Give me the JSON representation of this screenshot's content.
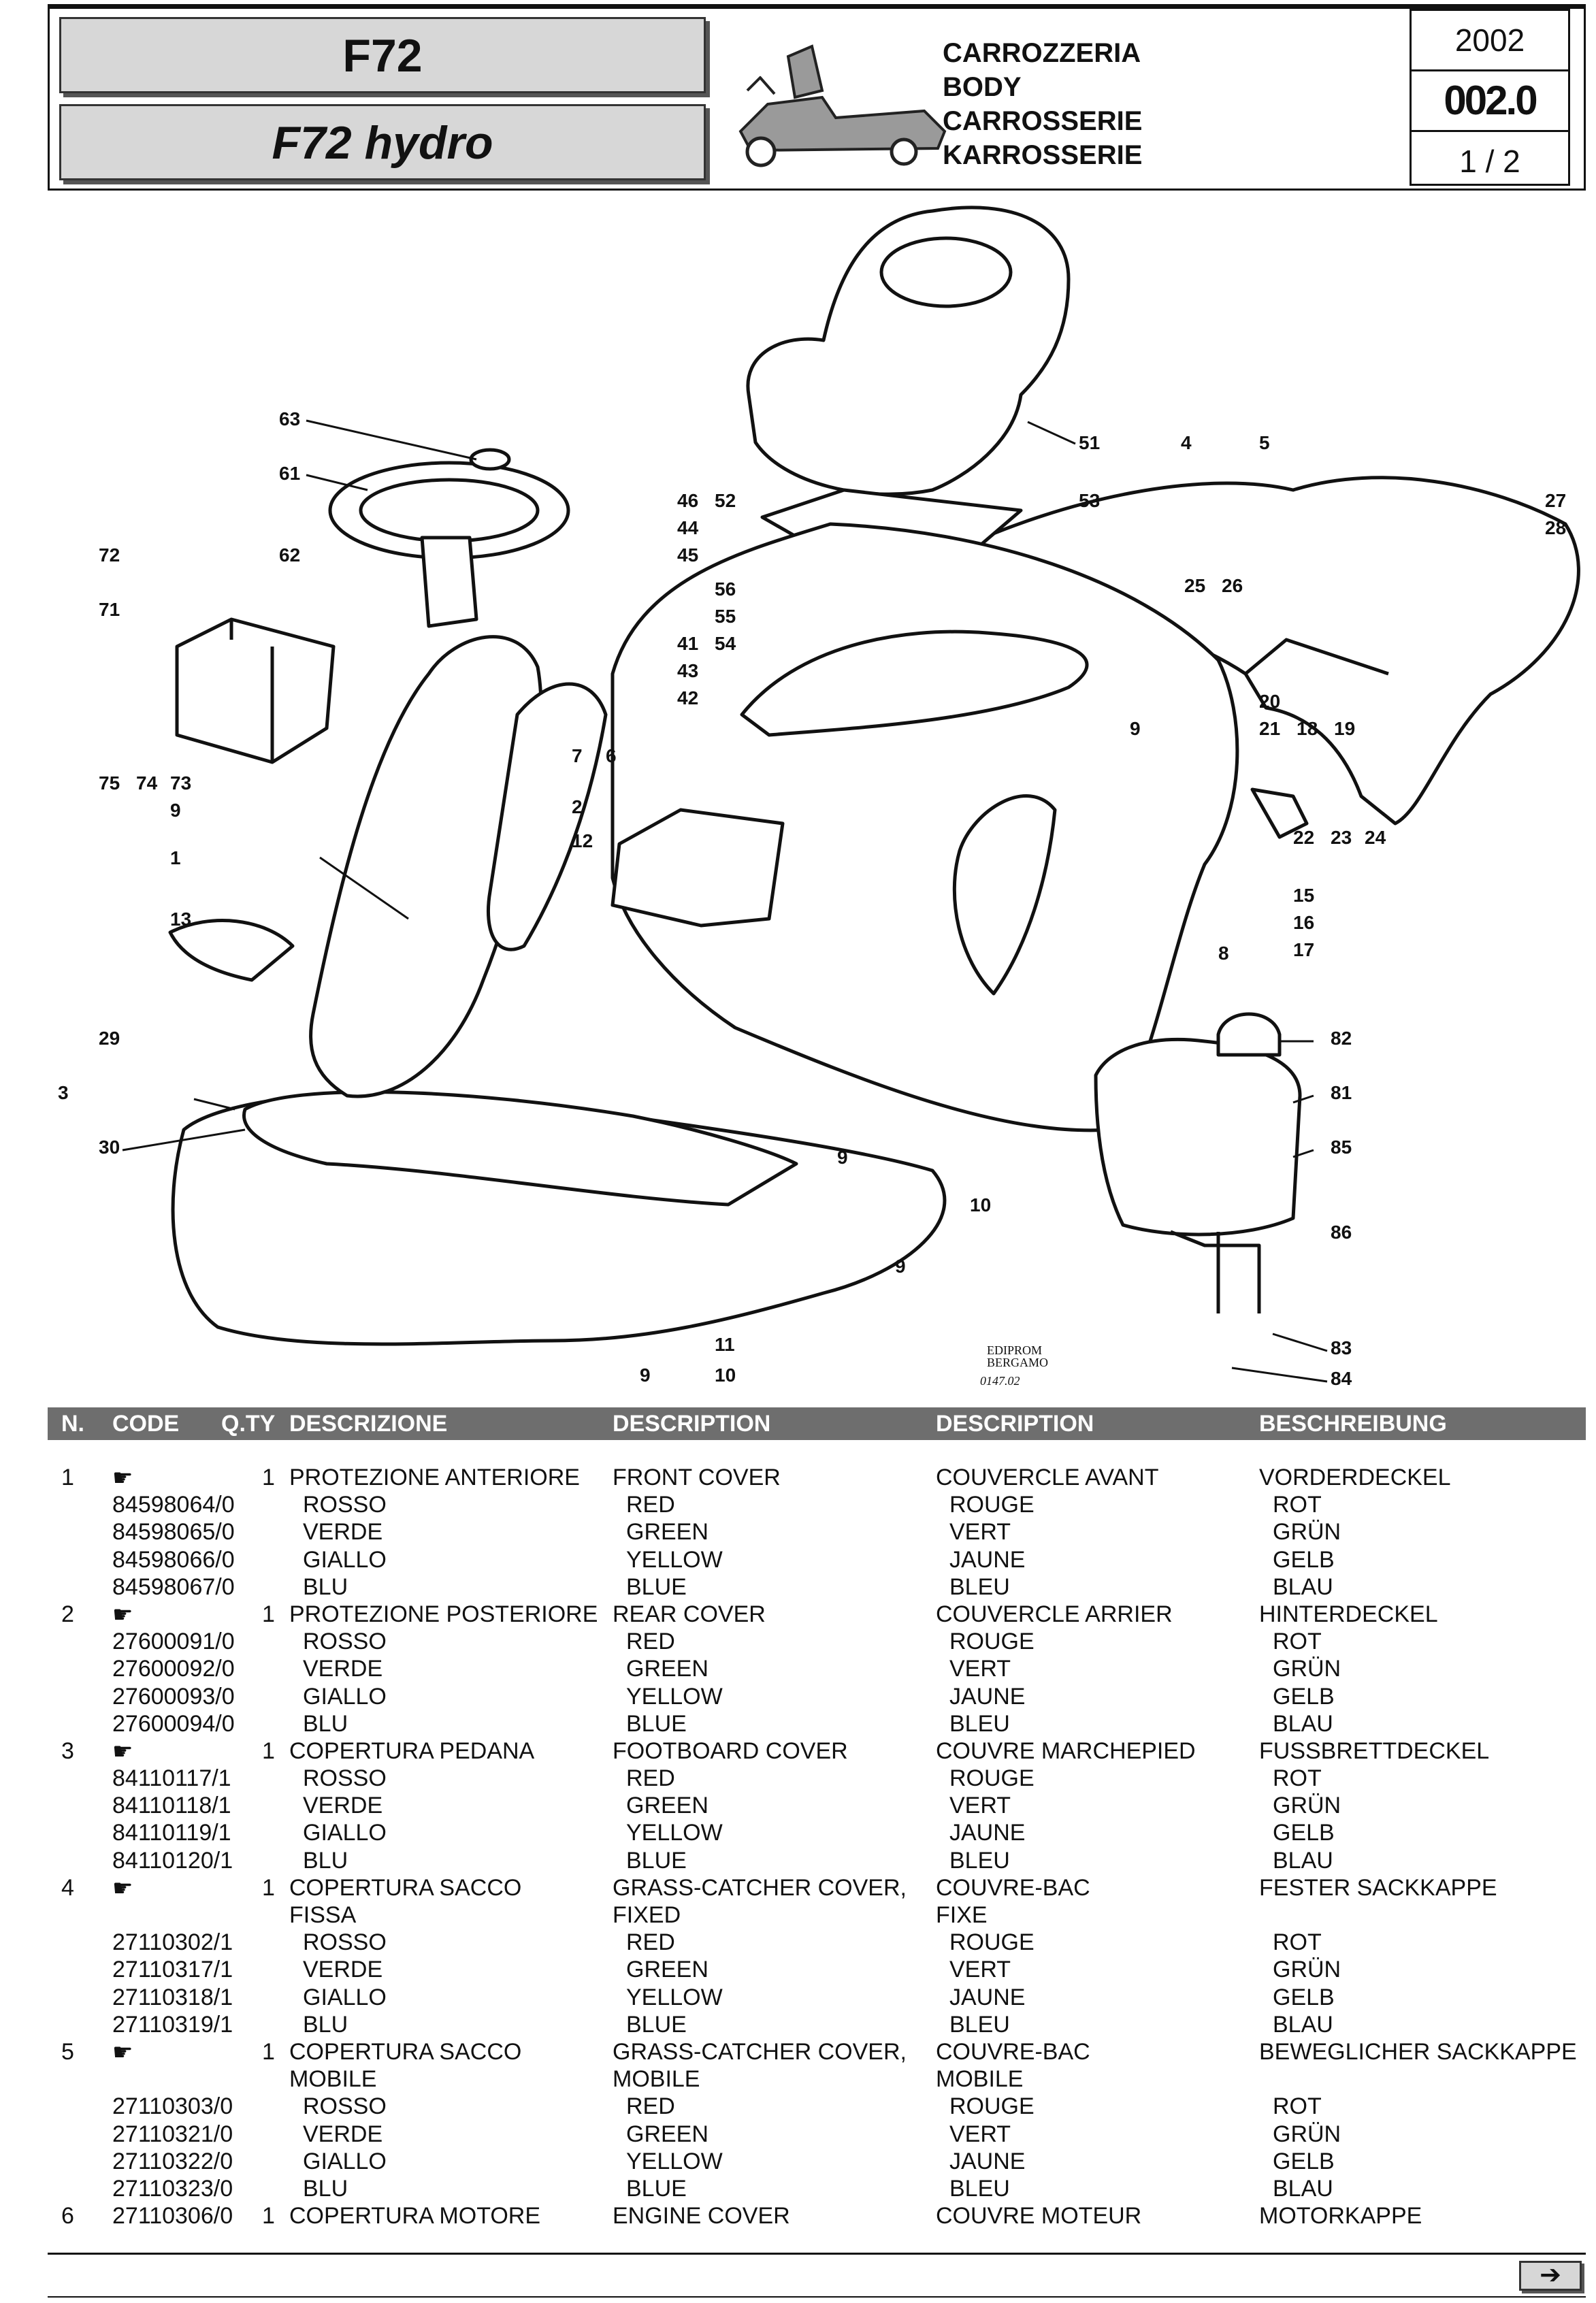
{
  "header": {
    "model_primary": "F72",
    "model_secondary": "F72 hydro",
    "section_it": "CARROZZERIA",
    "section_en": "BODY",
    "section_fr": "CARROSSERIE",
    "section_de": "KARROSSERIE",
    "year": "2002",
    "table_code": "002.0",
    "page": "1 / 2"
  },
  "diagram": {
    "callouts": [
      "1",
      "2",
      "3",
      "4",
      "5",
      "6",
      "7",
      "8",
      "9",
      "9",
      "9",
      "9",
      "9",
      "10",
      "10",
      "11",
      "12",
      "13",
      "15",
      "16",
      "17",
      "18",
      "19",
      "20",
      "21",
      "22",
      "23",
      "24",
      "25",
      "26",
      "27",
      "28",
      "29",
      "30",
      "41",
      "42",
      "43",
      "44",
      "45",
      "46",
      "51",
      "52",
      "53",
      "54",
      "55",
      "56",
      "61",
      "62",
      "63",
      "71",
      "72",
      "73",
      "74",
      "75",
      "81",
      "82",
      "83",
      "84",
      "85",
      "86"
    ],
    "publisher": "EDIPROM",
    "publisher_city": "BERGAMO",
    "drawing_ref": "0147.02"
  },
  "table": {
    "headers": {
      "n": "N.",
      "code": "CODE",
      "qty": "Q.TY",
      "it": "DESCRIZIONE",
      "en": "DESCRIPTION",
      "fr": "DESCRIPTION",
      "de": "BESCHREIBUNG"
    },
    "rows": [
      {
        "n": "1",
        "code": "☛",
        "qty": "1",
        "it": "PROTEZIONE ANTERIORE",
        "en": "FRONT COVER",
        "fr": "COUVERCLE AVANT",
        "de": "VORDERDECKEL"
      },
      {
        "n": "",
        "code": "84598064/0",
        "qty": "",
        "it": "ROSSO",
        "en": "RED",
        "fr": "ROUGE",
        "de": "ROT"
      },
      {
        "n": "",
        "code": "84598065/0",
        "qty": "",
        "it": "VERDE",
        "en": "GREEN",
        "fr": "VERT",
        "de": "GRÜN"
      },
      {
        "n": "",
        "code": "84598066/0",
        "qty": "",
        "it": "GIALLO",
        "en": "YELLOW",
        "fr": "JAUNE",
        "de": "GELB"
      },
      {
        "n": "",
        "code": "84598067/0",
        "qty": "",
        "it": "BLU",
        "en": "BLUE",
        "fr": "BLEU",
        "de": "BLAU"
      },
      {
        "n": "2",
        "code": "☛",
        "qty": "1",
        "it": "PROTEZIONE POSTERIORE",
        "en": "REAR COVER",
        "fr": "COUVERCLE ARRIER",
        "de": "HINTERDECKEL"
      },
      {
        "n": "",
        "code": "27600091/0",
        "qty": "",
        "it": "ROSSO",
        "en": "RED",
        "fr": "ROUGE",
        "de": "ROT"
      },
      {
        "n": "",
        "code": "27600092/0",
        "qty": "",
        "it": "VERDE",
        "en": "GREEN",
        "fr": "VERT",
        "de": "GRÜN"
      },
      {
        "n": "",
        "code": "27600093/0",
        "qty": "",
        "it": "GIALLO",
        "en": "YELLOW",
        "fr": "JAUNE",
        "de": "GELB"
      },
      {
        "n": "",
        "code": "27600094/0",
        "qty": "",
        "it": "BLU",
        "en": "BLUE",
        "fr": "BLEU",
        "de": "BLAU"
      },
      {
        "n": "3",
        "code": "☛",
        "qty": "1",
        "it": "COPERTURA PEDANA",
        "en": "FOOTBOARD COVER",
        "fr": "COUVRE MARCHEPIED",
        "de": "FUSSBRETTDECKEL"
      },
      {
        "n": "",
        "code": "84110117/1",
        "qty": "",
        "it": "ROSSO",
        "en": "RED",
        "fr": "ROUGE",
        "de": "ROT"
      },
      {
        "n": "",
        "code": "84110118/1",
        "qty": "",
        "it": "VERDE",
        "en": "GREEN",
        "fr": "VERT",
        "de": "GRÜN"
      },
      {
        "n": "",
        "code": "84110119/1",
        "qty": "",
        "it": "GIALLO",
        "en": "YELLOW",
        "fr": "JAUNE",
        "de": "GELB"
      },
      {
        "n": "",
        "code": "84110120/1",
        "qty": "",
        "it": "BLU",
        "en": "BLUE",
        "fr": "BLEU",
        "de": "BLAU"
      },
      {
        "n": "4",
        "code": "☛",
        "qty": "1",
        "it": "COPERTURA SACCO",
        "en": "GRASS-CATCHER COVER,",
        "fr": "COUVRE-BAC",
        "de": "FESTER SACKKAPPE"
      },
      {
        "n": "",
        "code": "",
        "qty": "",
        "it": "FISSA",
        "en": "FIXED",
        "fr": "FIXE",
        "de": ""
      },
      {
        "n": "",
        "code": "27110302/1",
        "qty": "",
        "it": "ROSSO",
        "en": "RED",
        "fr": "ROUGE",
        "de": "ROT"
      },
      {
        "n": "",
        "code": "27110317/1",
        "qty": "",
        "it": "VERDE",
        "en": "GREEN",
        "fr": "VERT",
        "de": "GRÜN"
      },
      {
        "n": "",
        "code": "27110318/1",
        "qty": "",
        "it": "GIALLO",
        "en": "YELLOW",
        "fr": "JAUNE",
        "de": "GELB"
      },
      {
        "n": "",
        "code": "27110319/1",
        "qty": "",
        "it": "BLU",
        "en": "BLUE",
        "fr": "BLEU",
        "de": "BLAU"
      },
      {
        "n": "5",
        "code": "☛",
        "qty": "1",
        "it": "COPERTURA SACCO",
        "en": "GRASS-CATCHER COVER,",
        "fr": "COUVRE-BAC",
        "de": "BEWEGLICHER SACKKAPPE"
      },
      {
        "n": "",
        "code": "",
        "qty": "",
        "it": "MOBILE",
        "en": "MOBILE",
        "fr": "MOBILE",
        "de": ""
      },
      {
        "n": "",
        "code": "27110303/0",
        "qty": "",
        "it": "ROSSO",
        "en": "RED",
        "fr": "ROUGE",
        "de": "ROT"
      },
      {
        "n": "",
        "code": "27110321/0",
        "qty": "",
        "it": "VERDE",
        "en": "GREEN",
        "fr": "VERT",
        "de": "GRÜN"
      },
      {
        "n": "",
        "code": "27110322/0",
        "qty": "",
        "it": "GIALLO",
        "en": "YELLOW",
        "fr": "JAUNE",
        "de": "GELB"
      },
      {
        "n": "",
        "code": "27110323/0",
        "qty": "",
        "it": "BLU",
        "en": "BLUE",
        "fr": "BLEU",
        "de": "BLAU"
      },
      {
        "n": "6",
        "code": "27110306/0",
        "qty": "1",
        "it": "COPERTURA MOTORE",
        "en": "ENGINE COVER",
        "fr": "COUVRE MOTEUR",
        "de": "MOTORKAPPE"
      }
    ]
  },
  "footer": {
    "next_arrow": "➔"
  }
}
